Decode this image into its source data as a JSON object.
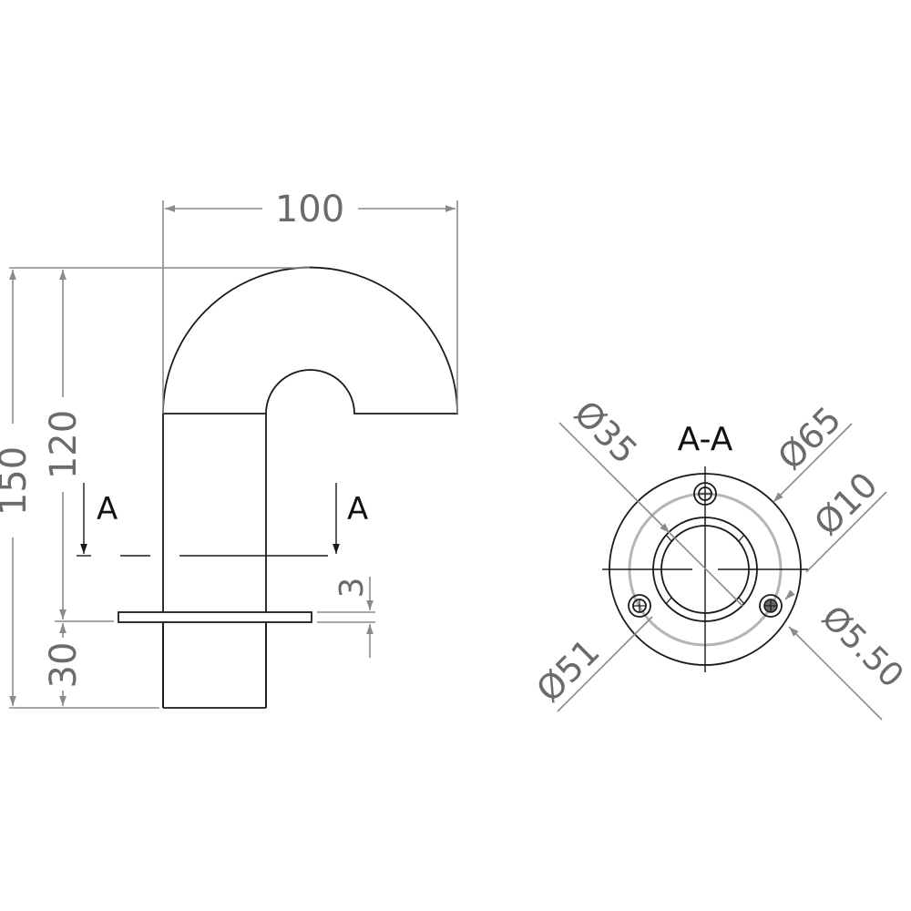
{
  "drawing": {
    "type": "technical-drawing",
    "views": [
      "side-view",
      "section-A-A"
    ],
    "colors": {
      "object_line": "#1a1a1a",
      "dimension_line": "#8a8a8a",
      "dimension_text": "#6b6b6b",
      "bolt_circle": "#b5b5b5"
    }
  },
  "side_view": {
    "dimensions": {
      "width": "100",
      "total_height": "150",
      "upper_height": "120",
      "lower_height": "30",
      "flange_thickness": "3"
    },
    "section_marker_left": "A",
    "section_marker_right": "A"
  },
  "section_view": {
    "title": "A-A",
    "dimensions": {
      "inner_diameter": "Ø35",
      "flange_diameter": "Ø65",
      "bolt_head_diameter": "Ø10",
      "bolt_circle_diameter": "Ø51",
      "hole_diameter": "Ø5.50"
    }
  }
}
